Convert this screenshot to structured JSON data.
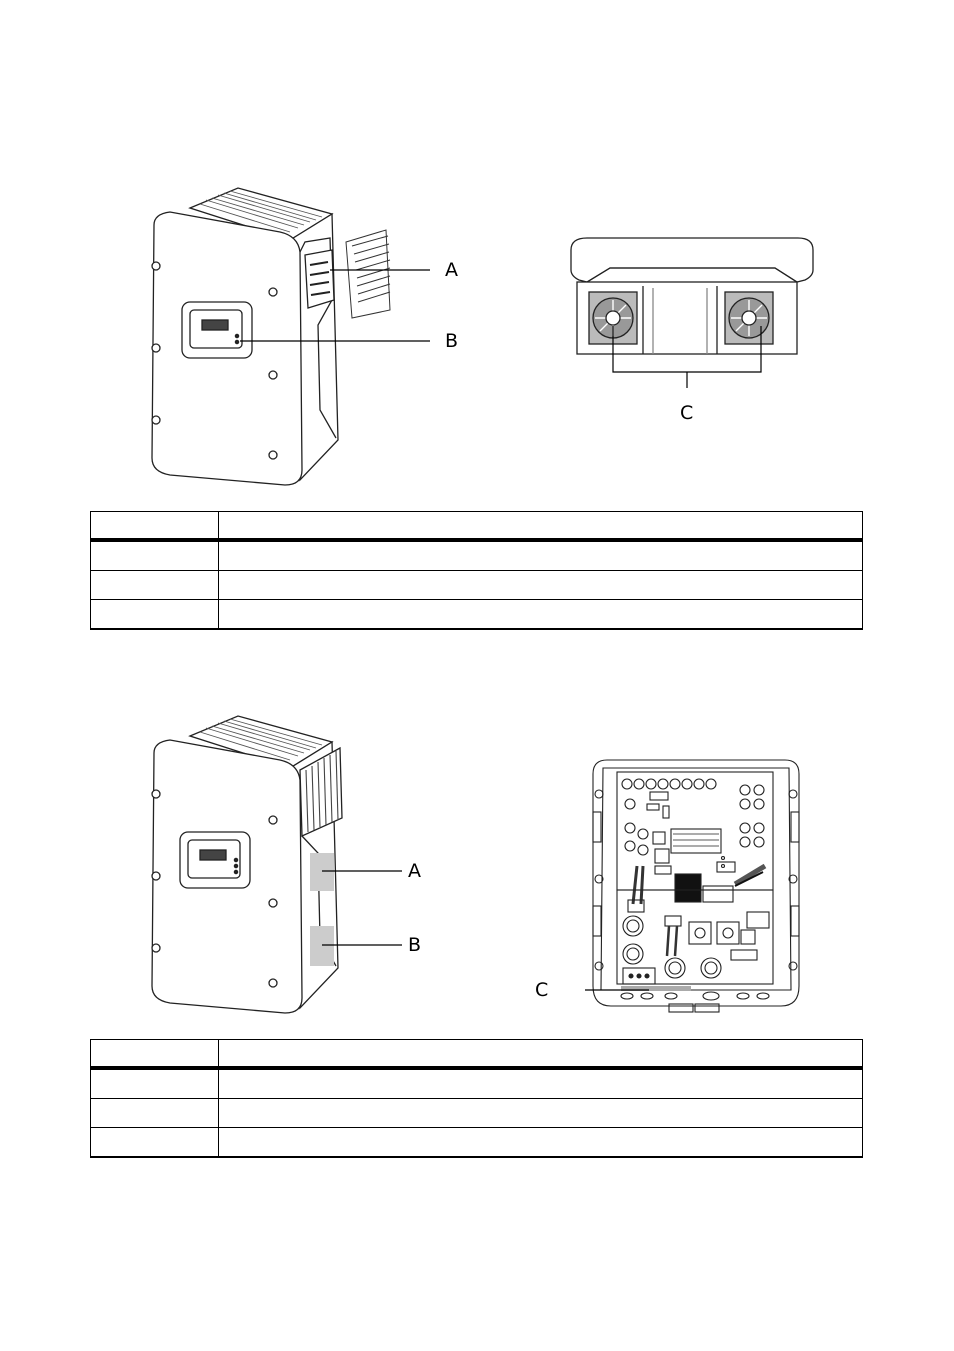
{
  "figure1": {
    "callouts": {
      "a": "A",
      "b": "B",
      "c": "C"
    }
  },
  "table1": {
    "header": [
      "",
      ""
    ],
    "rows": [
      [
        "",
        ""
      ],
      [
        "",
        ""
      ],
      [
        "",
        ""
      ]
    ]
  },
  "figure2": {
    "callouts": {
      "a": "A",
      "b": "B",
      "c": "C"
    }
  },
  "table2": {
    "header": [
      "",
      ""
    ],
    "rows": [
      [
        "",
        ""
      ],
      [
        "",
        ""
      ],
      [
        "",
        ""
      ]
    ]
  }
}
